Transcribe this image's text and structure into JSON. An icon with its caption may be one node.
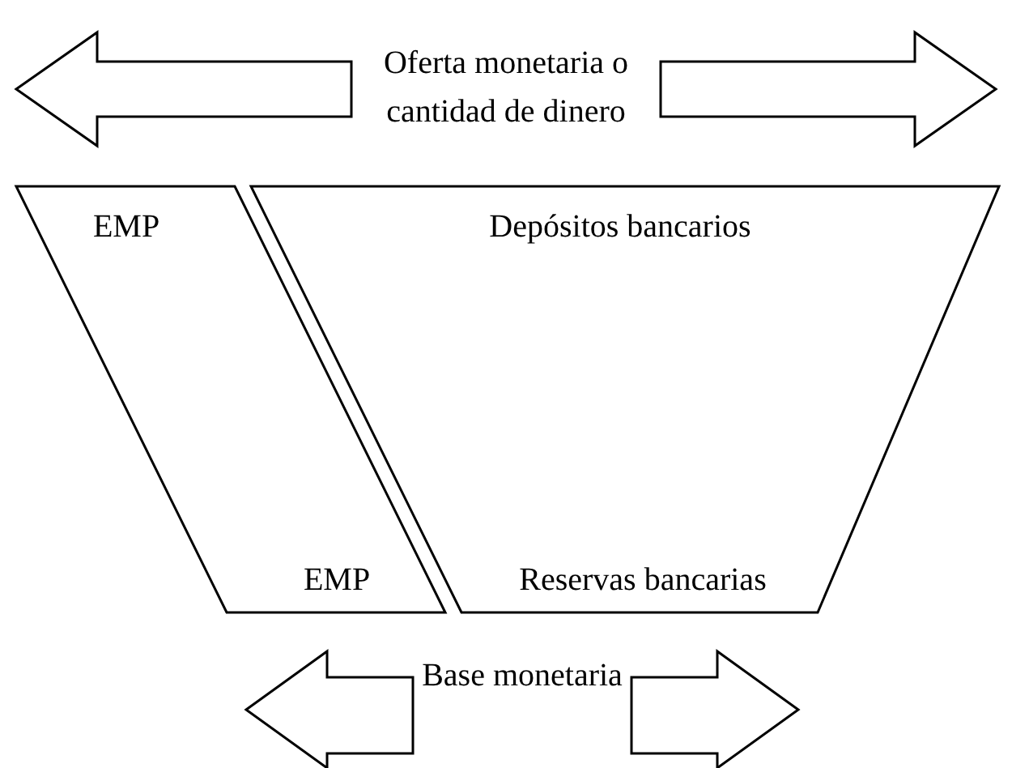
{
  "diagram": {
    "nodes": [
      {
        "text": [
          "Oferta monetaria o cantidad de dinero"
        ]
      },
      {
        "text": [
          "EMP",
          "EMP"
        ]
      },
      {
        "text": [
          "Depósitos bancarios",
          "Reservas bancarias"
        ]
      },
      {
        "text": [
          "Base monetaria"
        ]
      }
    ]
  }
}
